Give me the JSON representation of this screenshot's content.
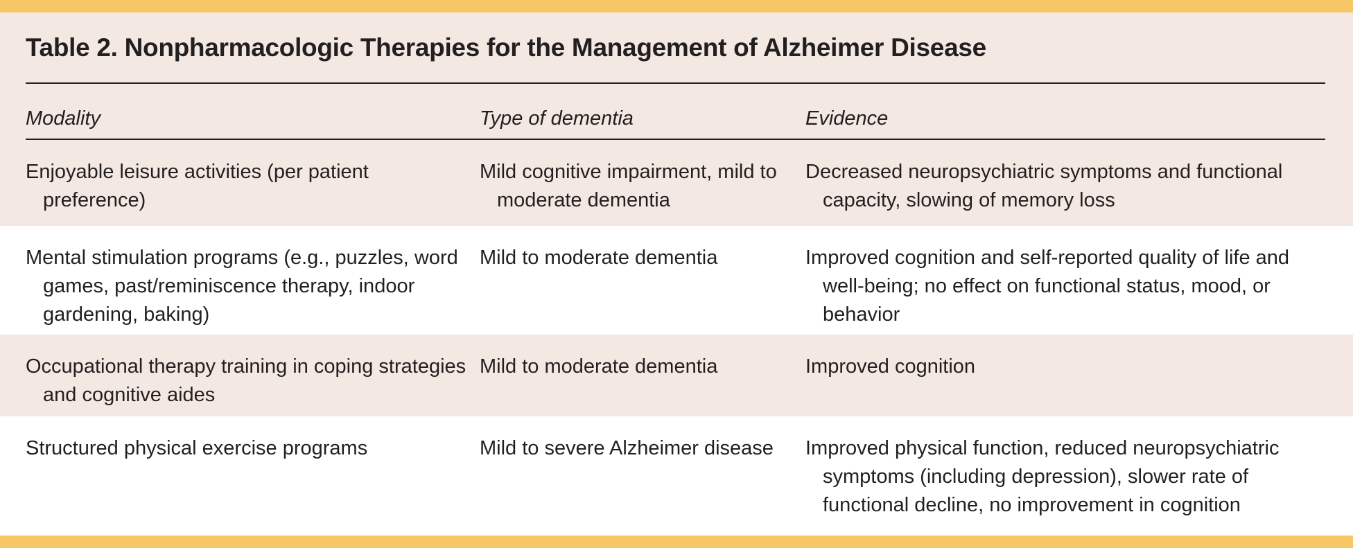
{
  "title": "Table 2. Nonpharmacologic Therapies for the Management of Alzheimer Disease",
  "columns": [
    "Modality",
    "Type of dementia",
    "Evidence"
  ],
  "rows": [
    [
      "Enjoyable leisure activities (per patient preference)",
      "Mild cognitive impairment, mild to moderate dementia",
      "Decreased neuropsychiatric symptoms and functional capacity, slowing of memory loss"
    ],
    [
      "Mental stimulation programs (e.g., puzzles, word games, past/reminiscence therapy, indoor gardening, baking)",
      "Mild to moderate dementia",
      "Improved cognition and self-reported quality of life and well-being; no effect on functional status, mood, or behavior"
    ],
    [
      "Occupational therapy training in coping strategies and cognitive aides",
      "Mild to moderate dementia",
      "Improved cognition"
    ],
    [
      "Structured physical exercise programs",
      "Mild to severe Alzheimer disease",
      "Improved physical function, reduced neuropsychiatric symptoms (including depression), slower rate of functional decline, no improvement in cognition"
    ]
  ],
  "colors": {
    "accent_bar": "#f6c667",
    "shade": "#f4e8e2",
    "text": "#231f20"
  }
}
